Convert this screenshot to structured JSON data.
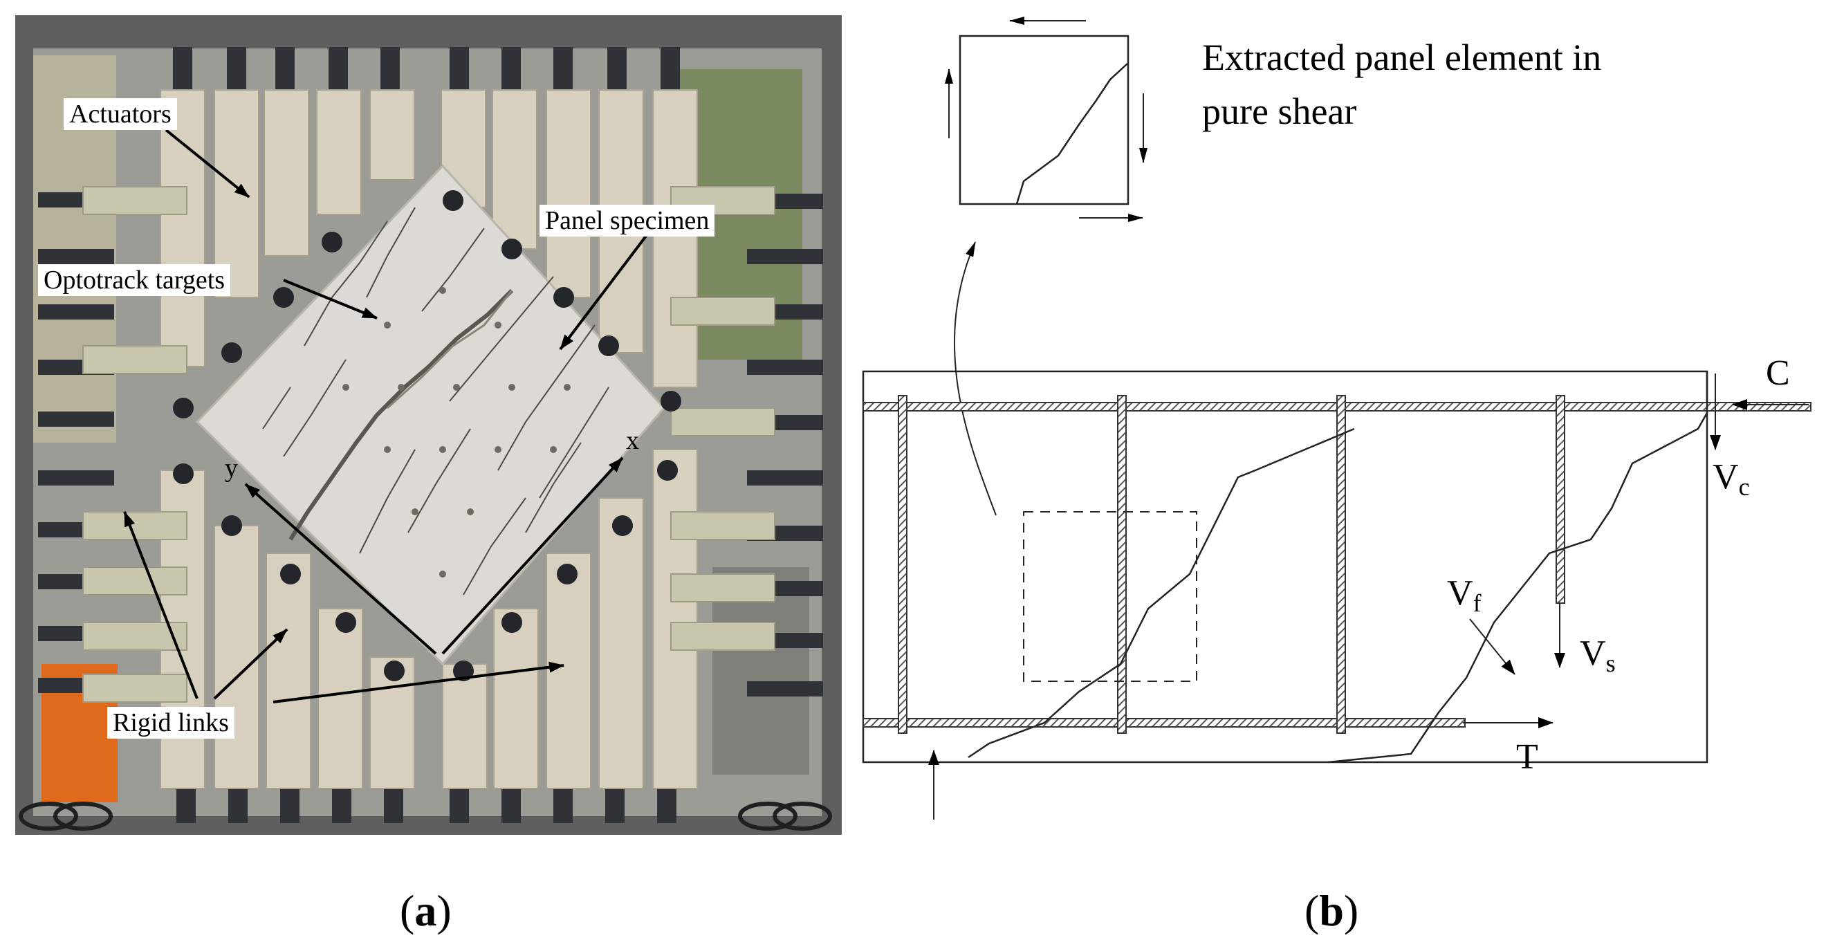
{
  "panel_a": {
    "label_open": "(",
    "label_letter": "a",
    "label_close": ")",
    "callouts": {
      "actuators": "Actuators",
      "optotrack_targets": "Optotrack targets",
      "panel_specimen": "Panel specimen",
      "rigid_links": "Rigid links"
    },
    "axis_x": "x",
    "axis_y": "y"
  },
  "panel_b": {
    "label_open": "(",
    "label_letter": "b",
    "label_close": ")",
    "title_line1": "Extracted panel element in",
    "title_line2": "pure shear",
    "forces": {
      "C": "C",
      "Vc_main": "V",
      "Vc_sub": "c",
      "Vf_main": "V",
      "Vf_sub": "f",
      "Vs_main": "V",
      "Vs_sub": "s",
      "T": "T"
    }
  },
  "colors": {
    "steel_frame": "#5a5a5a",
    "concrete_panel": "#dcdad4",
    "actuator_beam": "#d8d0bf",
    "background_orange": "#e06a1c",
    "rebar_hatch": "#6b6b6b",
    "line": "#222222"
  }
}
